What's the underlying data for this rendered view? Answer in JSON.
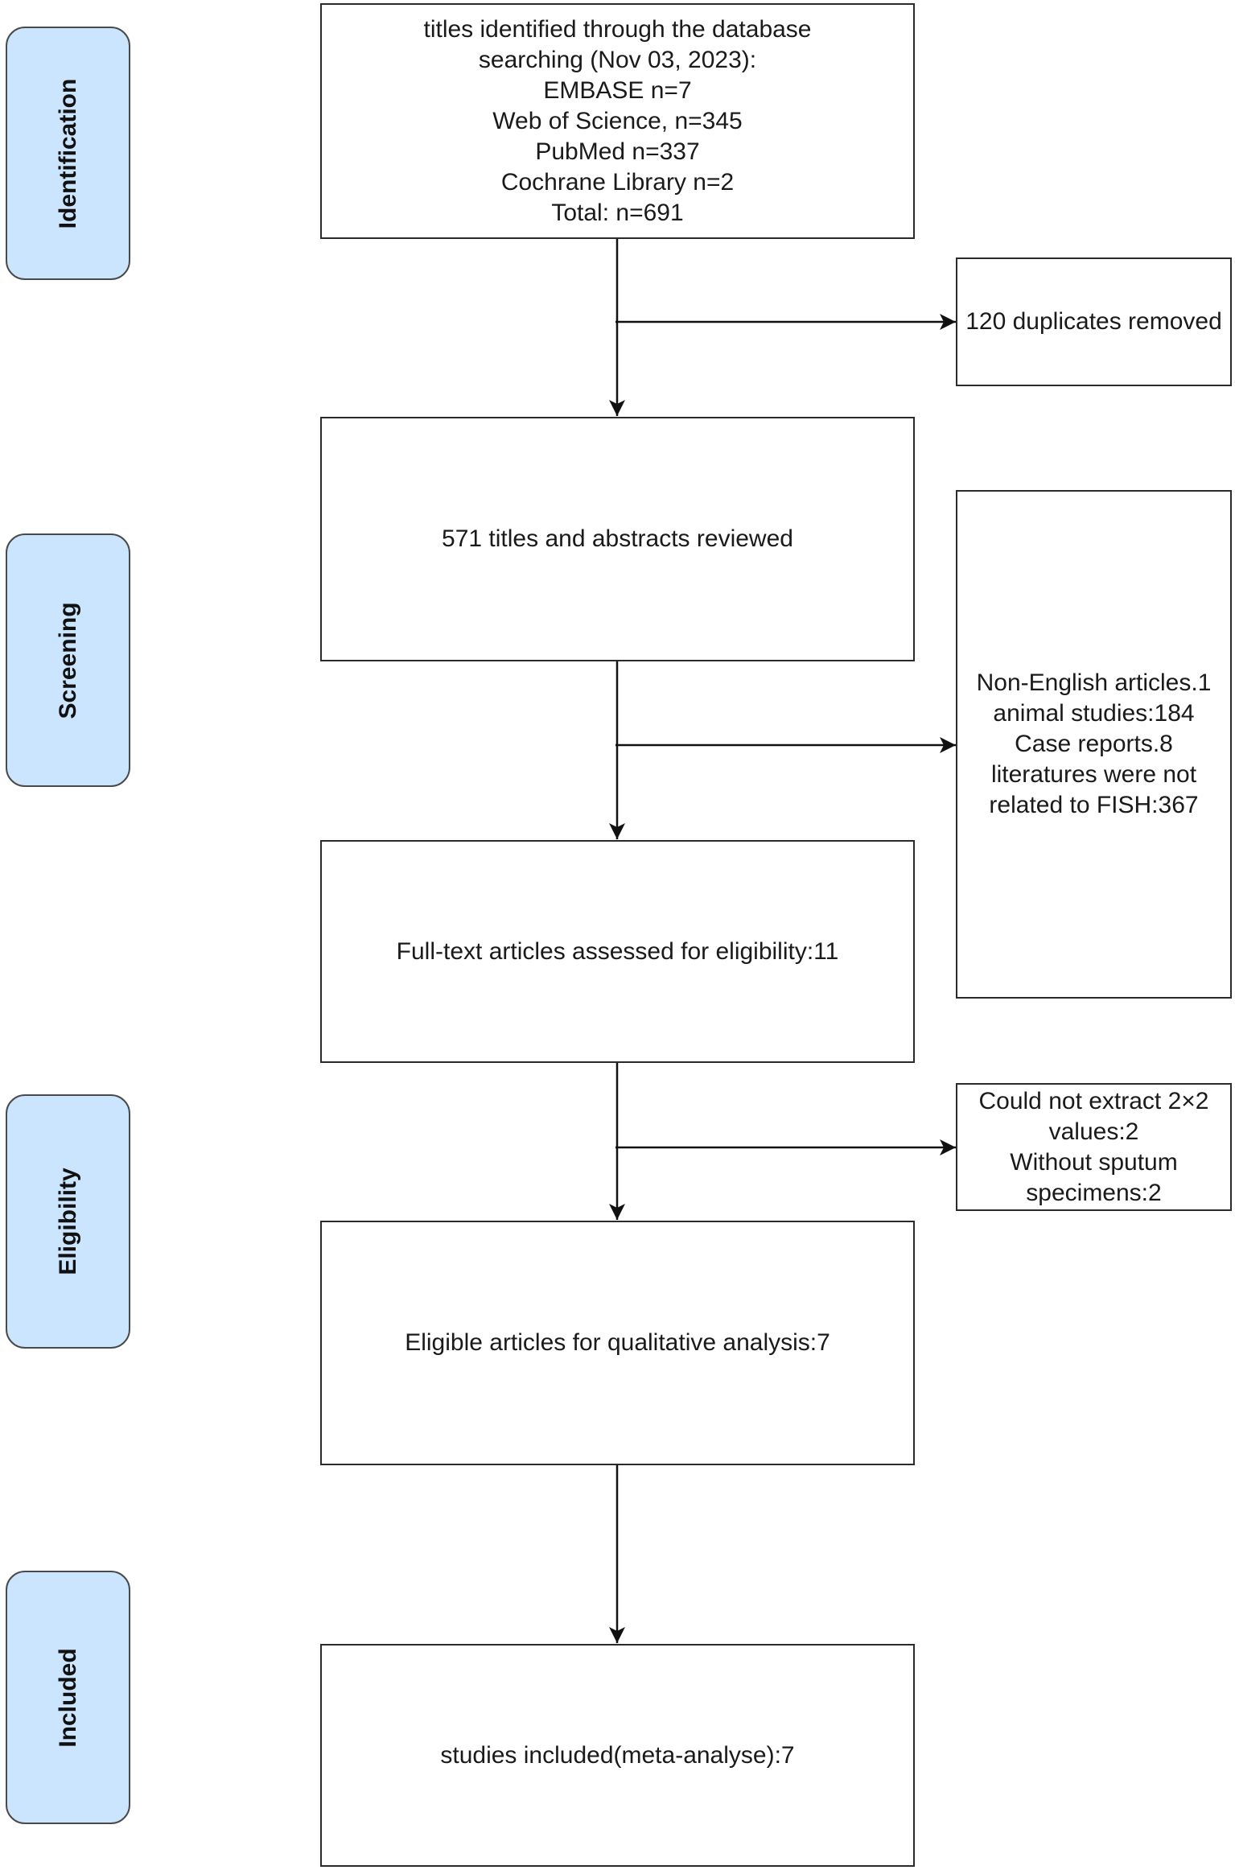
{
  "stages": [
    {
      "id": "identification",
      "label": "Identification"
    },
    {
      "id": "screening",
      "label": "Screening"
    },
    {
      "id": "eligibility",
      "label": "Eligibility"
    },
    {
      "id": "included",
      "label": "Included"
    }
  ],
  "boxes": {
    "identified": {
      "lines": [
        "titles identified through the database",
        "searching (Nov 03, 2023):",
        "EMBASE n=7",
        "Web of Science, n=345",
        "PubMed n=337",
        "Cochrane Library n=2",
        "Total: n=691"
      ]
    },
    "duplicates": {
      "lines": [
        "120 duplicates removed"
      ]
    },
    "screened": {
      "lines": [
        "571 titles and abstracts reviewed"
      ]
    },
    "excluded_screening": {
      "lines": [
        "Non-English articles.1",
        "animal studies:184",
        "Case reports.8",
        "literatures were not",
        "related to FISH:367"
      ]
    },
    "fulltext": {
      "lines": [
        "Full-text articles assessed for eligibility:11"
      ]
    },
    "excluded_fulltext": {
      "lines": [
        "Could not extract 2×2",
        "values:2",
        "Without sputum",
        "specimens:2"
      ]
    },
    "eligible": {
      "lines": [
        "Eligible articles for qualitative analysis:7"
      ]
    },
    "included": {
      "lines": [
        "studies included(meta-analyse):7"
      ]
    }
  }
}
